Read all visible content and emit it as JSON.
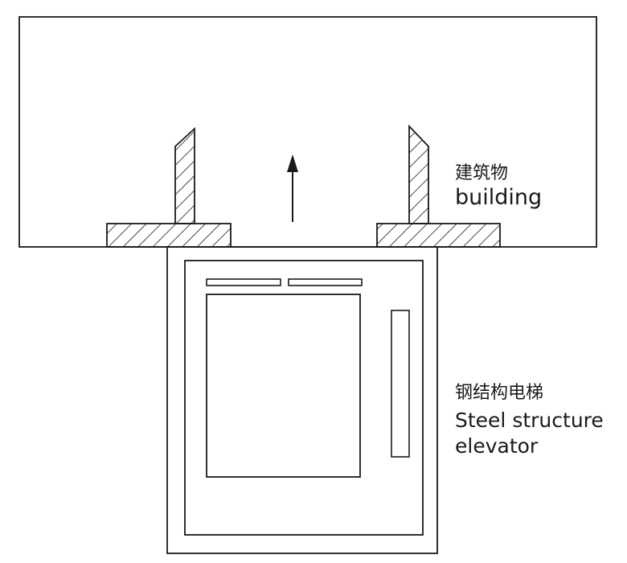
{
  "labels": {
    "building_cn": "建筑物",
    "building_en": "building",
    "elevator_cn": "钢结构电梯",
    "elevator_en_line1": "Steel structure",
    "elevator_en_line2": "elevator"
  },
  "colors": {
    "stroke": "#1a1a1a",
    "background": "#ffffff"
  },
  "icons": {
    "direction": "up-arrow-icon",
    "hatch": "diagonal-hatch-pattern"
  }
}
